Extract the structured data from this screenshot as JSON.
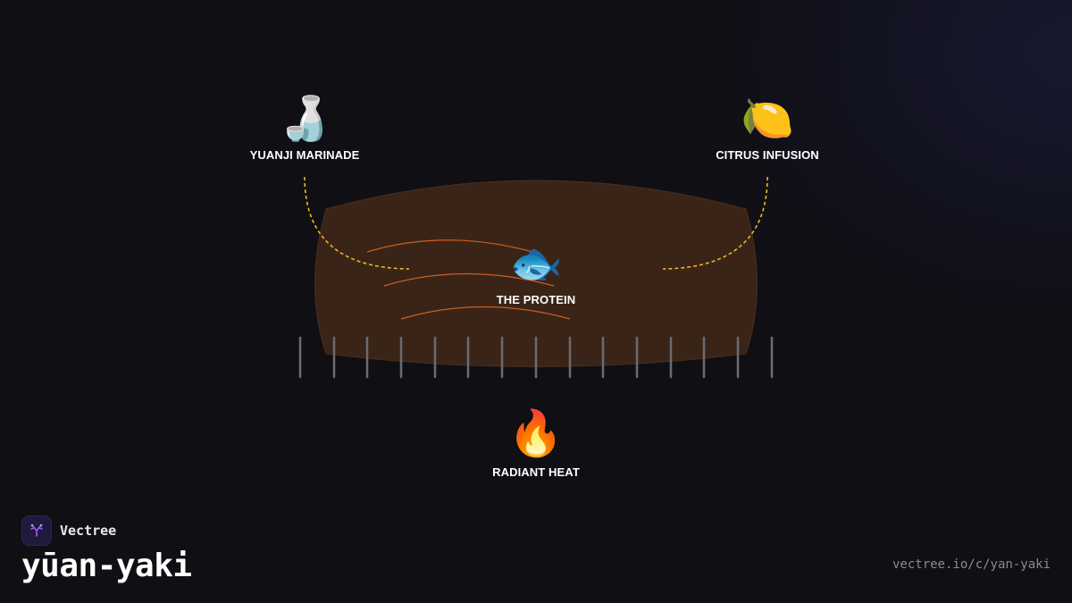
{
  "nodes": {
    "marinade": {
      "icon": "🍶",
      "icon_name": "sake-bottle-icon",
      "label": "YUANJI MARINADE"
    },
    "citrus": {
      "icon": "🍋",
      "icon_name": "lemon-icon",
      "label": "CITRUS INFUSION"
    },
    "protein": {
      "icon": "🐟",
      "icon_name": "fish-icon",
      "label": "THE PROTEIN"
    },
    "heat": {
      "icon": "🔥",
      "icon_name": "fire-icon",
      "label": "RADIANT HEAT"
    }
  },
  "brand": {
    "name": "Vectree",
    "title": "yūan-yaki",
    "url": "vectree.io/c/yan-yaki"
  },
  "colors": {
    "background": "#0f0f14",
    "grill_fill": "#3a2418",
    "connector": "#f5b41e",
    "flow_lines": "#e0651f",
    "grill_bars": "#6b6b70",
    "logo_accent": "#9b5cf0"
  }
}
